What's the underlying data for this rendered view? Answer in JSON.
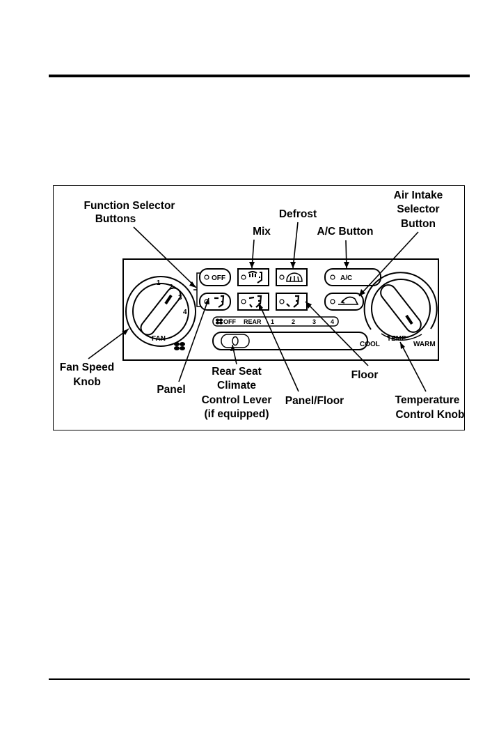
{
  "labels": {
    "function_selector": [
      "Function Selector",
      "Buttons"
    ],
    "defrost": "Defrost",
    "mix": "Mix",
    "ac_button": "A/C Button",
    "air_intake": [
      "Air Intake",
      "Selector",
      "Button"
    ],
    "fan_speed_knob": [
      "Fan Speed",
      "Knob"
    ],
    "panel": "Panel",
    "rear_seat": [
      "Rear Seat",
      "Climate",
      "Control Lever",
      "(if equipped)"
    ],
    "panel_floor": "Panel/Floor",
    "floor": "Floor",
    "temperature_knob": [
      "Temperature",
      "Control Knob"
    ]
  },
  "panel_markings": {
    "off_button": "OFF",
    "ac_button": "A/C",
    "fan": "FAN",
    "fan_speeds": [
      "1",
      "2",
      "3",
      "4"
    ],
    "rear_scale": [
      "OFF",
      "REAR",
      "1",
      "2",
      "3",
      "4"
    ],
    "cool": "COOL",
    "temp": "TEMP",
    "warm": "WARM"
  }
}
